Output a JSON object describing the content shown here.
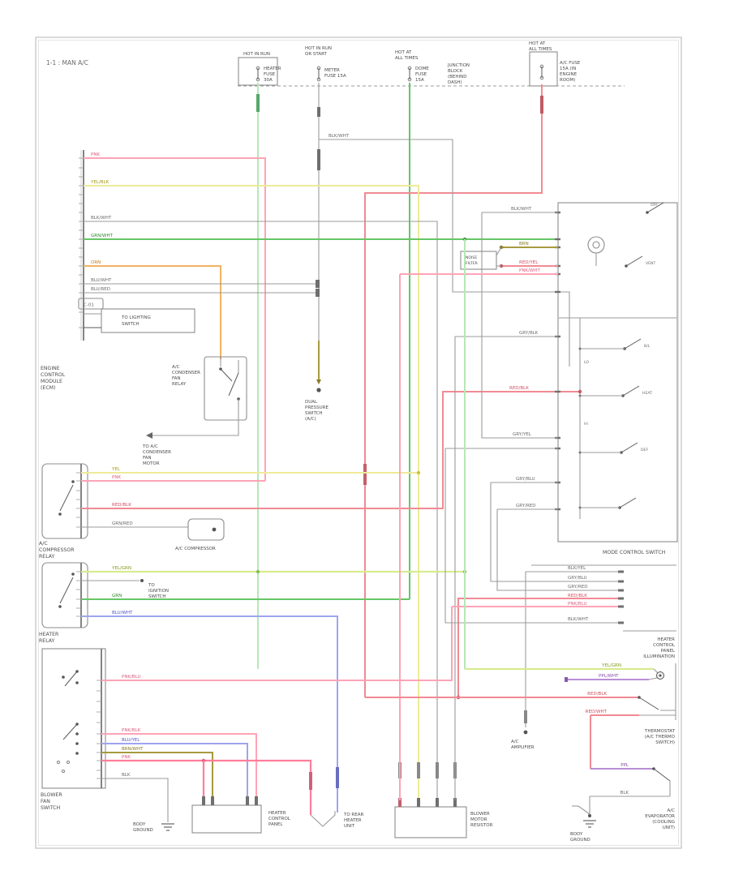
{
  "meta": {
    "title": "1-1 : MAN A/C"
  },
  "fuse_row": {
    "junction_label": [
      "JUNCTION",
      "BLOCK",
      "(BEHIND",
      "DASH)"
    ],
    "fuses": [
      {
        "above": [
          "HOT IN RUN",
          ""
        ],
        "side": [
          "HEATER",
          "FUSE",
          "30A"
        ]
      },
      {
        "above": [
          "HOT IN RUN",
          "OR START"
        ],
        "side": [
          "METER",
          "FUSE 15A",
          ""
        ]
      },
      {
        "above": [
          "HOT AT",
          "ALL TIMES"
        ],
        "side": [
          "DOME",
          "FUSE",
          "15A"
        ]
      },
      {
        "above": [
          "HOT AT",
          "ALL TIMES"
        ],
        "side": [
          "A/C FUSE",
          "15A (IN",
          "ENGINE",
          "ROOM)"
        ]
      }
    ]
  },
  "wires": {
    "pnk_ecm": "PNK",
    "yel_ecm": "YEL/BLK",
    "gry_ecm": "BLK/WHT",
    "grn_ecm": "GRN/WHT",
    "orn_ecm": "ORN",
    "blu1_ecm": "BLU/WHT",
    "blu2_ecm": "BLU/RED",
    "f2_out": "BLK/WHT",
    "yel_relay": "YEL",
    "pnk_relay": "PNK",
    "red_relay": "RED/BLK",
    "grn_comp": "GRN/RED",
    "ylg_heater": "YEL/GRN",
    "grn_heater": "GRN",
    "blu_heater": "BLU/WHT",
    "pnk_blower": "PNK/BLU",
    "pnk_lo": "PNK/BLK",
    "blu_m1": "BLU/YEL",
    "brn_m2": "BRN/WHT",
    "pnk_hi": "PNK",
    "blk_gnd": "BLK",
    "mode_262": "BLK/WHT",
    "mode_305": "BRN",
    "mode_328": "RED/YEL",
    "mode_338": "PNK/WHT",
    "mode_415": "GRY/BLK",
    "mode_483": "RED/BLK",
    "mode_540": "GRY/YEL",
    "mode_595": "GRY/BLU",
    "mode_628": "GRY/RED",
    "stack_705": "BLK/YEL",
    "stack_717": "GRY/BLU",
    "stack_728": "GRY/RED",
    "stack_738": "RED/BLK",
    "stack_748": "PNK/BLU",
    "stack_768": "BLK/WHT",
    "illum_grn": "YEL/GRN",
    "illum_ppl": "PPL/WHT",
    "acsw_feed": "RED/BLK",
    "acsw_out": "RED/WHT",
    "thermo_ppl": "PPL",
    "thermo_blk": "BLK"
  },
  "components": {
    "ecm": [
      "ENGINE",
      "CONTROL",
      "MODULE",
      "(ECM)"
    ],
    "connector": "C-01",
    "lighting": [
      "TO LIGHTING",
      "SWITCH"
    ],
    "condenser_relay": [
      "A/C",
      "CONDENSER",
      "FAN",
      "RELAY"
    ],
    "to_condenser": [
      "TO A/C",
      "CONDENSER",
      "FAN",
      "MOTOR"
    ],
    "pressure": [
      "DUAL",
      "PRESSURE",
      "SWITCH",
      "(A/C)"
    ],
    "compressor_relay": [
      "A/C",
      "COMPRESSOR",
      "RELAY"
    ],
    "compressor": "A/C COMPRESSOR",
    "heater_relay": [
      "HEATER",
      "RELAY"
    ],
    "to_ignition": [
      "TO",
      "IGNITION",
      "SWITCH"
    ],
    "blower_switch": [
      "BLOWER",
      "FAN",
      "SWITCH"
    ],
    "ground_left": [
      "BODY",
      "GROUND"
    ],
    "control_panel": [
      "HEATER",
      "CONTROL",
      "PANEL"
    ],
    "jumper": [
      "TO REAR",
      "HEATER",
      "UNIT"
    ],
    "resistor": [
      "BLOWER",
      "MOTOR",
      "RESISTOR"
    ],
    "mode_switch": "MODE CONTROL SWITCH",
    "noise_filter": [
      "NOISE",
      "FILTER"
    ],
    "illumination": [
      "HEATER",
      "CONTROL",
      "PANEL",
      "ILLUMINATION"
    ],
    "thermostat": [
      "THERMOSTAT",
      "(A/C THERMO",
      "SWITCH)"
    ],
    "evaporator": [
      "A/C",
      "EVAPORATOR",
      "(COOLING",
      "UNIT)"
    ],
    "amplifier": [
      "A/C",
      "AMPLIFIER"
    ],
    "ground_right": [
      "BODY",
      "GROUND"
    ]
  },
  "mode_positions": {
    "off": "OFF",
    "vent": "VENT",
    "bl": "B/L",
    "heat": "HEAT",
    "def": "DEF",
    "lo": "LO",
    "hi": "HI"
  }
}
